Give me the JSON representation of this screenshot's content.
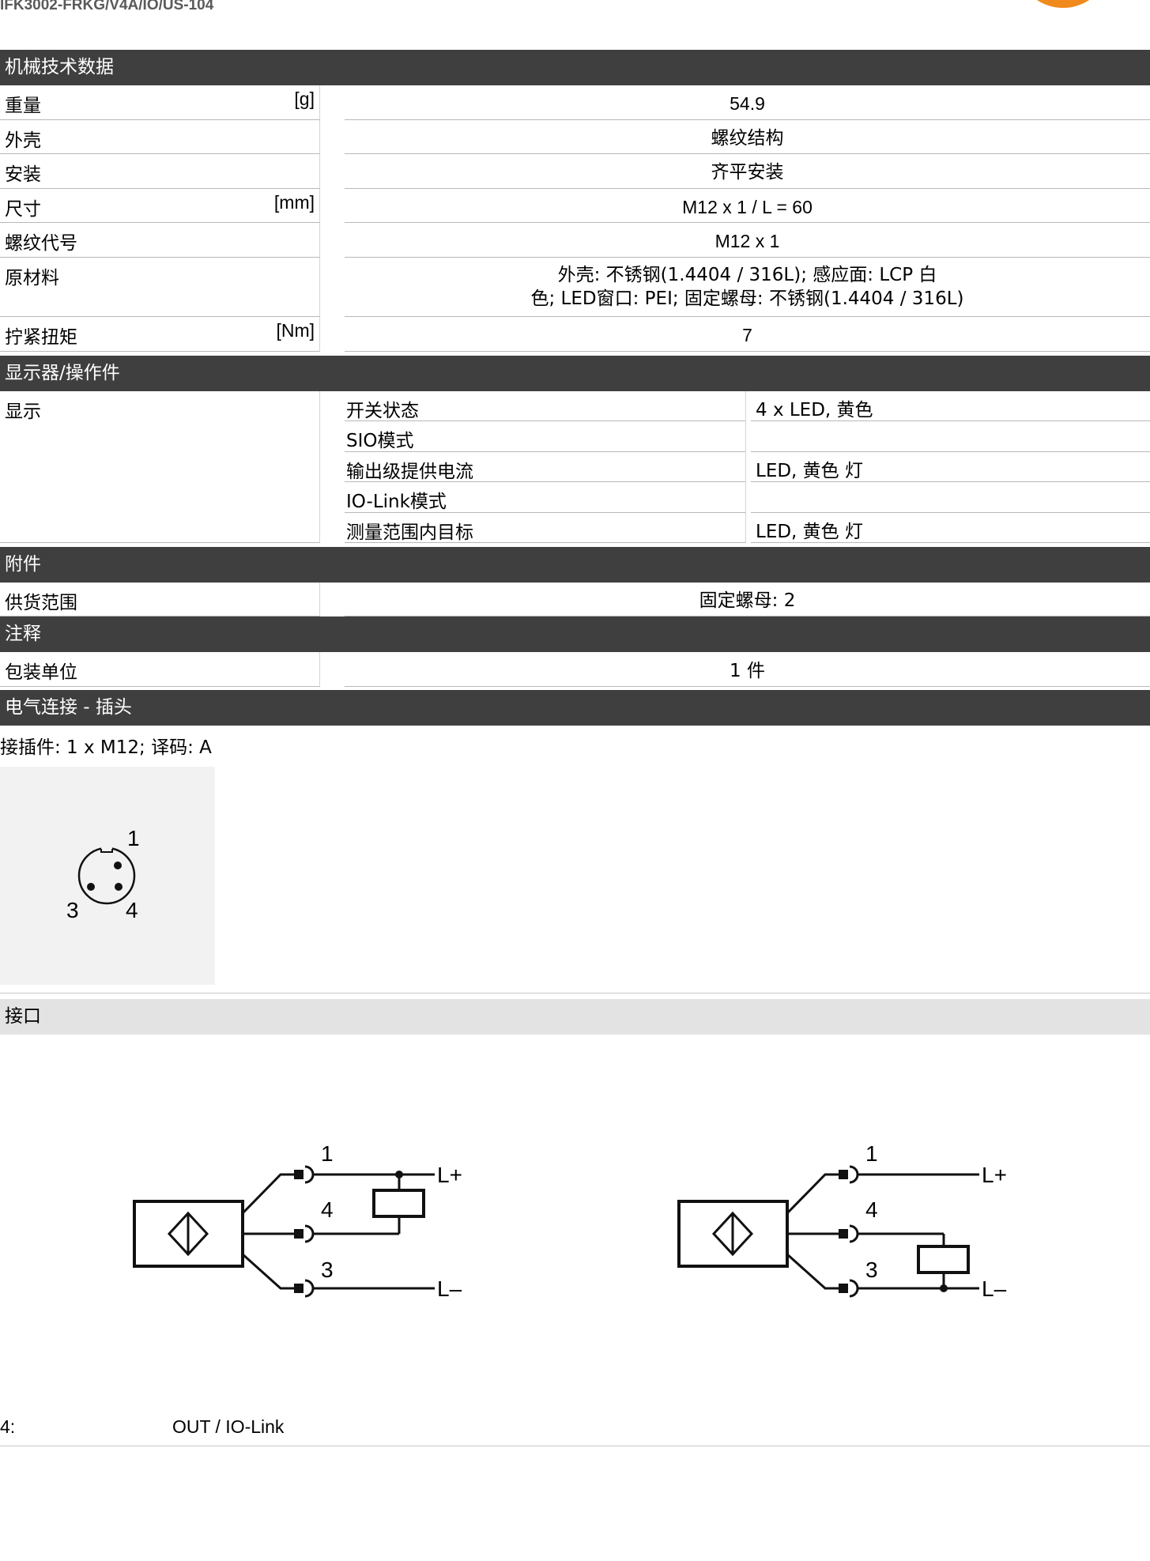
{
  "header": {
    "doc_code": "IFK3002-FRKG/V4A/IO/US-104"
  },
  "sections": {
    "mechanical": "机械技术数据",
    "display": "显示器/操作件",
    "accessories": "附件",
    "notes": "注释",
    "electrical": "电气连接 - 插头",
    "interface": "接口"
  },
  "mechanical": {
    "weight": {
      "label": "重量",
      "unit": "[g]",
      "value": "54.9"
    },
    "housing": {
      "label": "外壳",
      "value": "螺纹结构"
    },
    "mounting": {
      "label": "安装",
      "value": "齐平安装"
    },
    "dimensions": {
      "label": "尺寸",
      "unit": "[mm]",
      "value": "M12 x 1 / L = 60"
    },
    "thread": {
      "label": "螺纹代号",
      "value": "M12 x 1"
    },
    "material": {
      "label": "原材料",
      "value_line1": "外壳: 不锈钢(1.4404 / 316L); 感应面: LCP 白",
      "value_line2": "色; LED窗口: PEI; 固定螺母: 不锈钢(1.4404 / 316L)"
    },
    "torque": {
      "label": "拧紧扭矩",
      "unit": "[Nm]",
      "value": "7"
    }
  },
  "display": {
    "label": "显示",
    "rows": [
      {
        "key": "开关状态",
        "value": "4 x LED, 黄色"
      },
      {
        "key": "SIO模式",
        "value": ""
      },
      {
        "key": "输出级提供电流",
        "value": "LED, 黄色 灯"
      },
      {
        "key": "IO-Link模式",
        "value": ""
      },
      {
        "key": "测量范围内目标",
        "value": "LED, 黄色 灯"
      }
    ]
  },
  "accessories": {
    "label": "供货范围",
    "value": "固定螺母: 2"
  },
  "notes": {
    "label": "包装单位",
    "value": "1 件"
  },
  "electrical": {
    "connector": "接插件: 1 x M12; 译码: A",
    "pins": {
      "p1": "1",
      "p3": "3",
      "p4": "4"
    }
  },
  "wiring": {
    "left": {
      "pin1": "1",
      "pin4": "4",
      "pin3": "3",
      "lplus": "L+",
      "lminus": "L–"
    },
    "right": {
      "pin1": "1",
      "pin4": "4",
      "pin3": "3",
      "lplus": "L+",
      "lminus": "L–"
    }
  },
  "pin_assignment": {
    "number": "4:",
    "description": "OUT / IO-Link"
  },
  "colors": {
    "section_bar": "#3f3f3f",
    "logo": "#f08a1c"
  }
}
